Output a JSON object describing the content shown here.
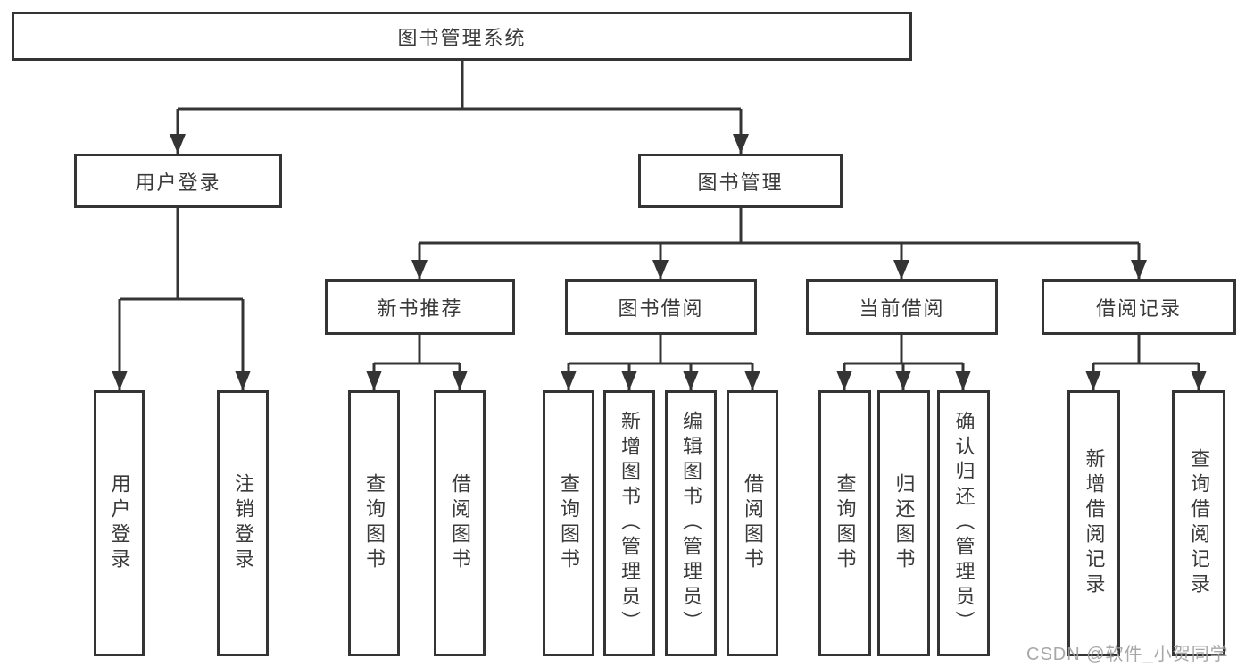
{
  "tree": {
    "label": "图书管理系统",
    "children": [
      {
        "label": "用户登录",
        "children": [
          {
            "label": "用户登录"
          },
          {
            "label": "注销登录"
          }
        ]
      },
      {
        "label": "图书管理",
        "children": [
          {
            "label": "新书推荐",
            "children": [
              {
                "label": "查询图书"
              },
              {
                "label": "借阅图书"
              }
            ]
          },
          {
            "label": "图书借阅",
            "children": [
              {
                "label": "查询图书"
              },
              {
                "label": "新增图书（管理员）"
              },
              {
                "label": "编辑图书（管理员）"
              },
              {
                "label": "借阅图书"
              }
            ]
          },
          {
            "label": "当前借阅",
            "children": [
              {
                "label": "查询图书"
              },
              {
                "label": "归还图书"
              },
              {
                "label": "确认归还（管理员）"
              }
            ]
          },
          {
            "label": "借阅记录",
            "children": [
              {
                "label": "新增借阅记录"
              },
              {
                "label": "查询借阅记录"
              }
            ]
          }
        ]
      }
    ]
  },
  "watermark": {
    "text": "CSDN @软件_小贺同学"
  },
  "colors": {
    "line": "#343434",
    "box_border": "#343434",
    "text": "#3a3a3a",
    "watermark": "#9e9e9e",
    "background": "#ffffff"
  }
}
